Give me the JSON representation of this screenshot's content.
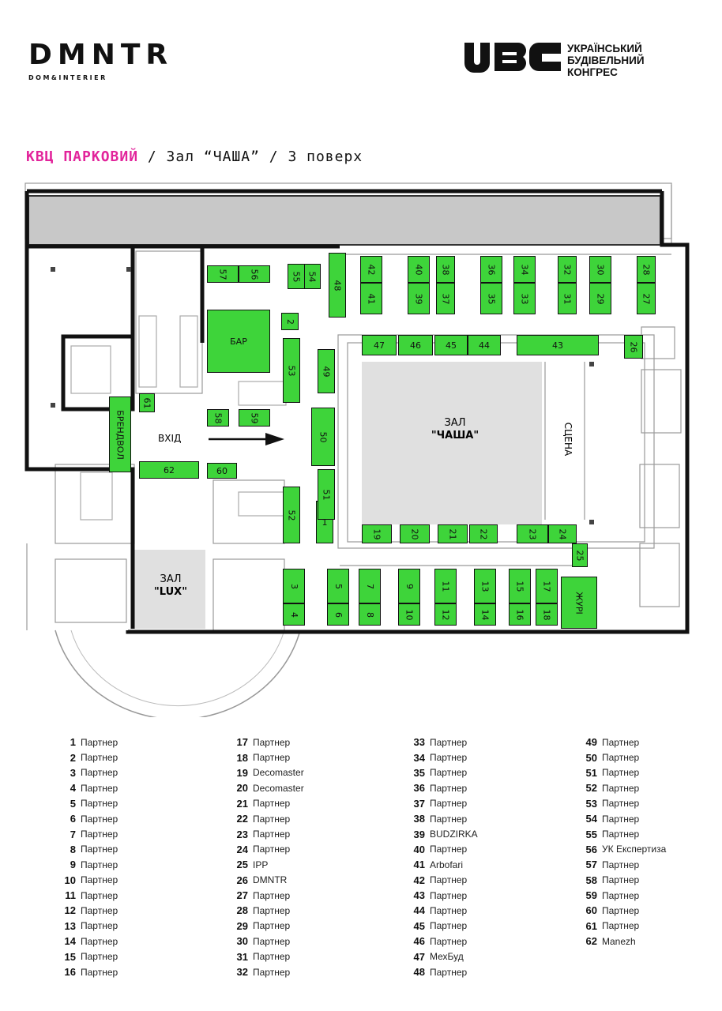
{
  "logos": {
    "left_main": "DMNTR",
    "left_sub": "DOM&INTERIER",
    "right_mark": "UBC",
    "right_lines": [
      "УКРАЇНСЬКИЙ",
      "БУДІВЕЛЬНИЙ",
      "КОНГРЕС"
    ]
  },
  "header": {
    "venue": "КВЦ ПАРКОВИЙ",
    "rest": " / Зал “ЧАША” / 3 поверх"
  },
  "map": {
    "hall_main_line1": "ЗАЛ",
    "hall_main_line2": "\"ЧАША\"",
    "hall_lux_line1": "ЗАЛ",
    "hall_lux_line2": "\"LUX\"",
    "stage": "СЦЕНА",
    "entrance": "ВХІД",
    "bar": "БАР",
    "brandwall": "БРЕНДВОЛ",
    "jury": "ЖУРІ",
    "colors": {
      "booth": "#3ed43a",
      "gray": "#c8c8c8",
      "hall": "#e0e0e0",
      "accent": "#e2249b"
    }
  },
  "legend": [
    {
      "num": "1",
      "name": "Партнер"
    },
    {
      "num": "2",
      "name": "Партнер"
    },
    {
      "num": "3",
      "name": "Партнер"
    },
    {
      "num": "4",
      "name": "Партнер"
    },
    {
      "num": "5",
      "name": "Партнер"
    },
    {
      "num": "6",
      "name": "Партнер"
    },
    {
      "num": "7",
      "name": "Партнер"
    },
    {
      "num": "8",
      "name": "Партнер"
    },
    {
      "num": "9",
      "name": "Партнер"
    },
    {
      "num": "10",
      "name": "Партнер"
    },
    {
      "num": "11",
      "name": "Партнер"
    },
    {
      "num": "12",
      "name": "Партнер"
    },
    {
      "num": "13",
      "name": "Партнер"
    },
    {
      "num": "14",
      "name": "Партнер"
    },
    {
      "num": "15",
      "name": "Партнер"
    },
    {
      "num": "16",
      "name": "Партнер"
    },
    {
      "num": "17",
      "name": "Партнер"
    },
    {
      "num": "18",
      "name": "Партнер"
    },
    {
      "num": "19",
      "name": "Decomaster"
    },
    {
      "num": "20",
      "name": "Decomaster"
    },
    {
      "num": "21",
      "name": "Партнер"
    },
    {
      "num": "22",
      "name": "Партнер"
    },
    {
      "num": "23",
      "name": "Партнер"
    },
    {
      "num": "24",
      "name": "Партнер"
    },
    {
      "num": "25",
      "name": "IPP"
    },
    {
      "num": "26",
      "name": "DMNTR"
    },
    {
      "num": "27",
      "name": "Партнер"
    },
    {
      "num": "28",
      "name": "Партнер"
    },
    {
      "num": "29",
      "name": "Партнер"
    },
    {
      "num": "30",
      "name": "Партнер"
    },
    {
      "num": "31",
      "name": "Партнер"
    },
    {
      "num": "32",
      "name": "Партнер"
    },
    {
      "num": "33",
      "name": "Партнер"
    },
    {
      "num": "34",
      "name": "Партнер"
    },
    {
      "num": "35",
      "name": "Партнер"
    },
    {
      "num": "36",
      "name": "Партнер"
    },
    {
      "num": "37",
      "name": "Партнер"
    },
    {
      "num": "38",
      "name": "Партнер"
    },
    {
      "num": "39",
      "name": "BUDZIRKA"
    },
    {
      "num": "40",
      "name": "Партнер"
    },
    {
      "num": "41",
      "name": "Arbofari"
    },
    {
      "num": "42",
      "name": "Партнер"
    },
    {
      "num": "43",
      "name": "Партнер"
    },
    {
      "num": "44",
      "name": "Партнер"
    },
    {
      "num": "45",
      "name": "Партнер"
    },
    {
      "num": "46",
      "name": "Партнер"
    },
    {
      "num": "47",
      "name": "МехБуд"
    },
    {
      "num": "48",
      "name": "Партнер"
    },
    {
      "num": "49",
      "name": "Партнер"
    },
    {
      "num": "50",
      "name": "Партнер"
    },
    {
      "num": "51",
      "name": "Партнер"
    },
    {
      "num": "52",
      "name": "Партнер"
    },
    {
      "num": "53",
      "name": "Партнер"
    },
    {
      "num": "54",
      "name": "Партнер"
    },
    {
      "num": "55",
      "name": "Партнер"
    },
    {
      "num": "56",
      "name": "УК Експертиза"
    },
    {
      "num": "57",
      "name": "Партнер"
    },
    {
      "num": "58",
      "name": "Партнер"
    },
    {
      "num": "59",
      "name": "Партнер"
    },
    {
      "num": "60",
      "name": "Партнер"
    },
    {
      "num": "61",
      "name": "Партнер"
    },
    {
      "num": "62",
      "name": "Manezh"
    }
  ]
}
